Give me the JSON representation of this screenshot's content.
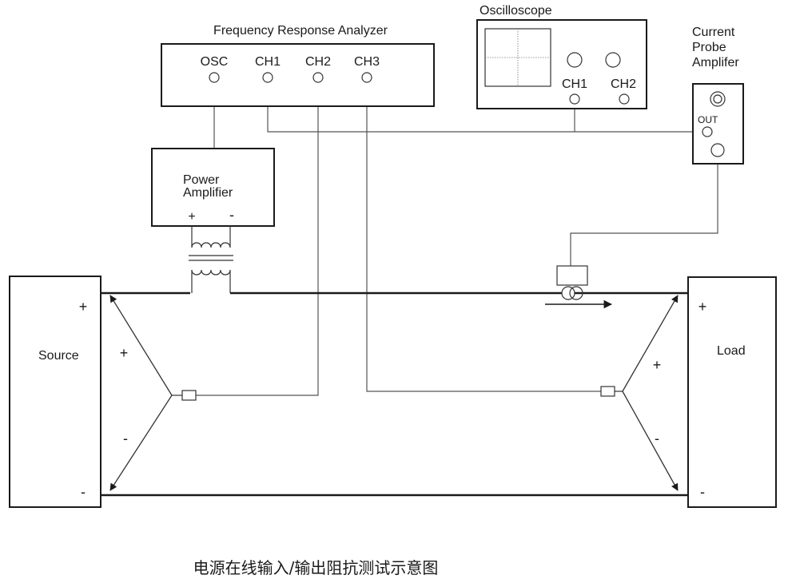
{
  "fra": {
    "title": "Frequency Response Analyzer",
    "ports": [
      "OSC",
      "CH1",
      "CH2",
      "CH3"
    ]
  },
  "oscilloscope": {
    "title": "Oscilloscope",
    "ch1": "CH1",
    "ch2": "CH2"
  },
  "probe_amp": {
    "title_lines": [
      "Current",
      "Probe",
      "Amplifer"
    ],
    "out": "OUT"
  },
  "power_amp": {
    "title_lines": [
      "Power",
      "Amplifier"
    ],
    "plus": "+",
    "minus": "-"
  },
  "source": {
    "title": "Source",
    "plus": "+",
    "minus": "-",
    "probe_plus": "+",
    "probe_minus": "-"
  },
  "load": {
    "title": "Load",
    "plus": "+",
    "minus": "-",
    "probe_plus": "+",
    "probe_minus": "-"
  },
  "caption": "电源在线输入/输出阻抗测试示意图"
}
